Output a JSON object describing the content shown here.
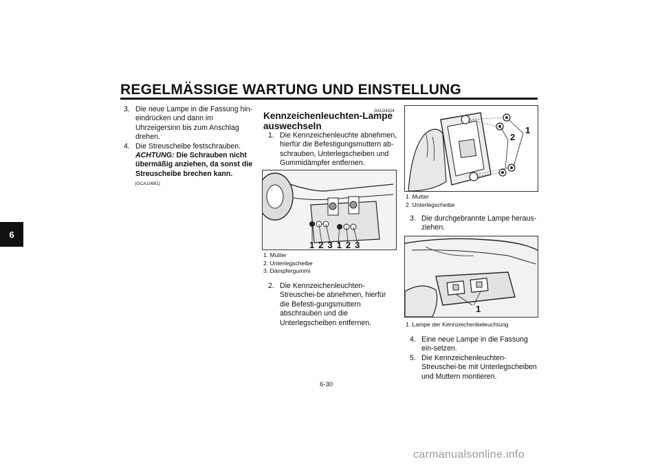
{
  "header": {
    "title": "REGELMÄSSIGE WARTUNG UND EINSTELLUNG"
  },
  "chapter_tab": "6",
  "col1": {
    "step3": {
      "num": "3.",
      "text": "Die neue Lampe in die Fassung hin-eindrücken und dann im Uhrzeigersinn bis zum Anschlag drehen."
    },
    "step4": {
      "num": "4.",
      "text": "Die Streuscheibe festschrauben."
    },
    "caution_label": "ACHTUNG:",
    "caution_text": " Die Schrauben nicht übermäßig anziehen, da sonst die Streuscheibe brechen kann.",
    "caution_code": "[GCA10681]"
  },
  "col2": {
    "code": "GAU24324",
    "heading": "Kennzeichenleuchten-Lampe auswechseln",
    "step1": {
      "num": "1.",
      "text": "Die Kennzeichenleuchte abnehmen, hierfür die Befestigungsmuttern ab-schrauben, Unterlegscheiben und Gummidämpfer entfernen."
    },
    "fig_labels": [
      "1",
      "2",
      "3",
      "1",
      "2",
      "3"
    ],
    "legend": [
      "1. Mutter",
      "2. Unterlegscheibe",
      "3. Dämpfergummi"
    ],
    "step2": {
      "num": "2.",
      "text": "Die Kennzeichenleuchten-Streuschei-be abnehmen, hierfür die Befesti-gungsmuttern abschrauben und die Unterlegscheiben entfernen."
    }
  },
  "col3": {
    "fig1_labels": [
      "2",
      "1"
    ],
    "legend1": [
      "1. Mutter",
      "2. Unterlegscheibe"
    ],
    "step3": {
      "num": "3.",
      "text": "Die durchgebrannte Lampe heraus-ziehen."
    },
    "fig2_label": "1",
    "legend2": [
      "1. Lampe der Kennzeichenbeleuchtung"
    ],
    "step4": {
      "num": "4.",
      "text": "Eine neue Lampe in die Fassung ein-setzen."
    },
    "step5": {
      "num": "5.",
      "text": "Die Kennzeichenleuchten-Streuschei-be mit Unterlegscheiben und Muttern montieren."
    }
  },
  "page_number": "6-30",
  "watermark": "carmanualsonline.info"
}
